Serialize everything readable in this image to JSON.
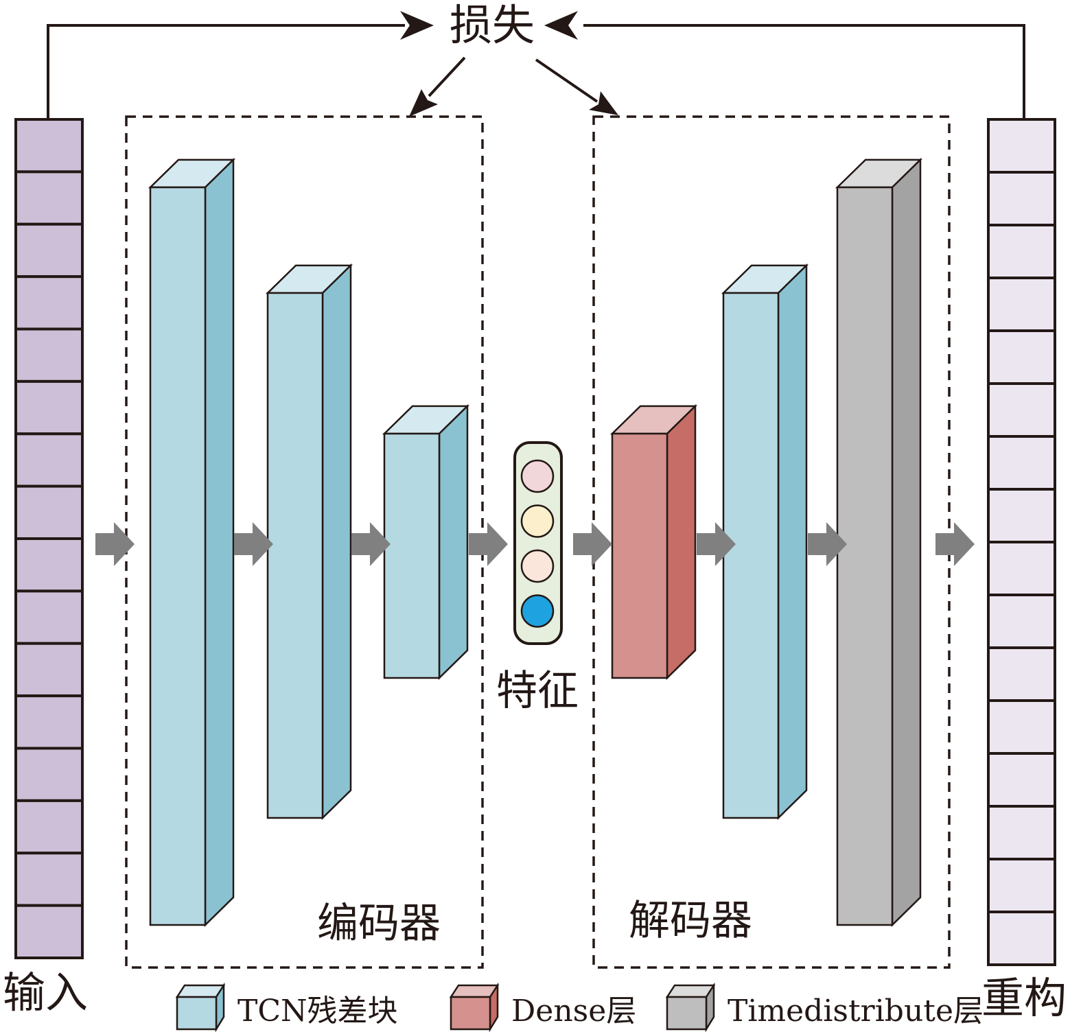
{
  "title": "TCN autoencoder architecture",
  "labels": {
    "loss": "损失",
    "input": "输入",
    "reconstruction": "重构",
    "feature": "特征",
    "encoder": "编码器",
    "decoder": "解码器"
  },
  "input_column": {
    "cells": 16,
    "color": "#ccbfd7"
  },
  "output_column": {
    "cells": 16,
    "color": "#ebe6f0"
  },
  "feature_units": [
    {
      "color": "#f2d7da"
    },
    {
      "color": "#fbefcc"
    },
    {
      "color": "#fbe6dc"
    },
    {
      "color": "#1fa2e0"
    }
  ],
  "feature_container_color": "#e6eedd",
  "layer_types": {
    "tcn": {
      "front": "#b5d9e2",
      "top": "#d4e9f0",
      "side": "#8bc2d2"
    },
    "dense": {
      "front": "#d4918d",
      "top": "#e6c0be",
      "side": "#c56d66"
    },
    "timedist": {
      "front": "#bfbebe",
      "top": "#dcdcdc",
      "side": "#a3a3a3"
    }
  },
  "encoder_layers": [
    {
      "type": "tcn",
      "relative_height": 1.0
    },
    {
      "type": "tcn",
      "relative_height": 0.69
    },
    {
      "type": "tcn",
      "relative_height": 0.32
    }
  ],
  "decoder_layers": [
    {
      "type": "dense",
      "relative_height": 0.32
    },
    {
      "type": "tcn",
      "relative_height": 0.69
    },
    {
      "type": "timedist",
      "relative_height": 1.0
    }
  ],
  "legend": [
    {
      "type": "tcn",
      "label": "TCN残差块"
    },
    {
      "type": "dense",
      "label": "Dense层"
    },
    {
      "type": "timedist",
      "label": "Timedistribute层"
    }
  ],
  "colors": {
    "line": "#231815",
    "flow_arrow": "#808080"
  }
}
